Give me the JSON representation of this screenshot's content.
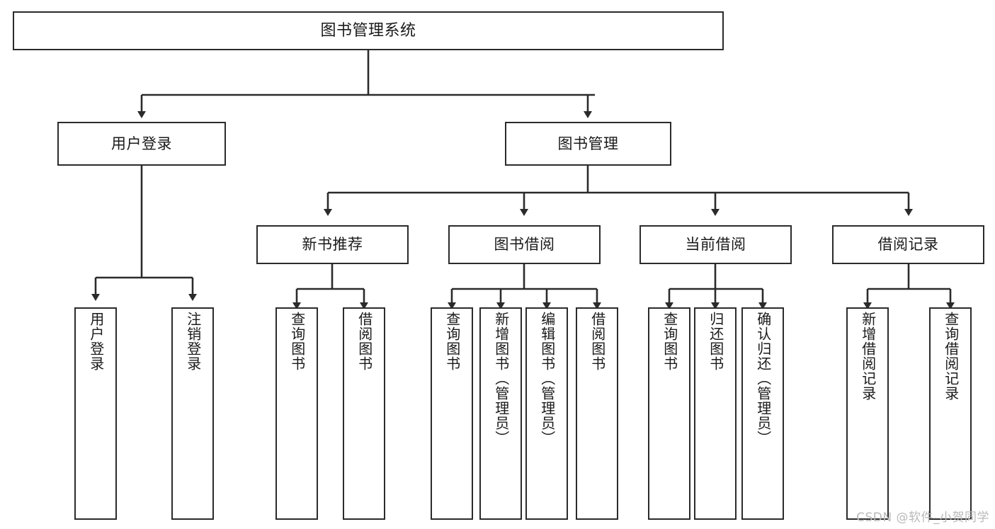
{
  "diagram": {
    "title": "图书管理系统",
    "type": "tree-hierarchy-diagram",
    "colors": {
      "box_border": "#2b2b2b",
      "box_fill": "#ffffff",
      "connector": "#2b2b2b",
      "text": "#1a1a1a",
      "watermark": "#b9b9b9",
      "background": "#ffffff"
    }
  },
  "root": {
    "label": "图书管理系统"
  },
  "level2": [
    {
      "label": "用户登录"
    },
    {
      "label": "图书管理"
    }
  ],
  "level3": [
    {
      "label": "新书推荐"
    },
    {
      "label": "图书借阅"
    },
    {
      "label": "当前借阅"
    },
    {
      "label": "借阅记录"
    }
  ],
  "leaves": {
    "user_login": [
      {
        "label": "用户登录"
      },
      {
        "label": "注销登录"
      }
    ],
    "new_book_recommend": [
      {
        "label": "查询图书"
      },
      {
        "label": "借阅图书"
      }
    ],
    "book_borrow": [
      {
        "label": "查询图书"
      },
      {
        "label": "新增图书（管理员）"
      },
      {
        "label": "编辑图书（管理员）"
      },
      {
        "label": "借阅图书"
      }
    ],
    "current_borrow": [
      {
        "label": "查询图书"
      },
      {
        "label": "归还图书"
      },
      {
        "label": "确认归还（管理员）"
      }
    ],
    "borrow_record": [
      {
        "label": "新增借阅记录"
      },
      {
        "label": "查询借阅记录"
      }
    ]
  },
  "watermark": {
    "text": "CSDN @软件_小贺同学"
  }
}
